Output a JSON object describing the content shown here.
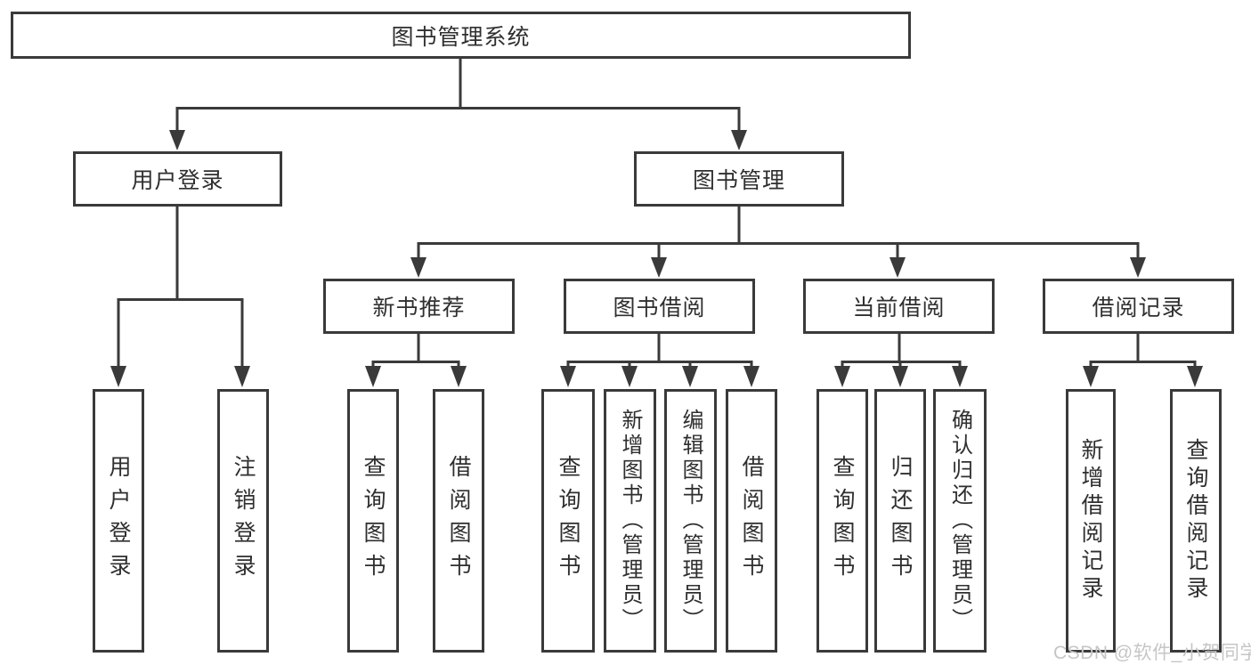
{
  "tree": {
    "label": "图书管理系统",
    "children": [
      {
        "label": "用户登录",
        "children": [
          {
            "label": "用户登录"
          },
          {
            "label": "注销登录"
          }
        ]
      },
      {
        "label": "图书管理",
        "children": [
          {
            "label": "新书推荐",
            "children": [
              {
                "label": "查询图书"
              },
              {
                "label": "借阅图书"
              }
            ]
          },
          {
            "label": "图书借阅",
            "children": [
              {
                "label": "查询图书"
              },
              {
                "label": "新增图书（管理员）"
              },
              {
                "label": "编辑图书（管理员）"
              },
              {
                "label": "借阅图书"
              }
            ]
          },
          {
            "label": "当前借阅",
            "children": [
              {
                "label": "查询图书"
              },
              {
                "label": "归还图书"
              },
              {
                "label": "确认归还（管理员）"
              }
            ]
          },
          {
            "label": "借阅记录",
            "children": [
              {
                "label": "新增借阅记录"
              },
              {
                "label": "查询借阅记录"
              }
            ]
          }
        ]
      }
    ]
  },
  "watermark": "CSDN @软件_小贺同学",
  "colors": {
    "line": "#3a3a3a",
    "border": "#3a3a3a",
    "text": "#2f2f2f",
    "background": "#ffffff",
    "watermark": "#c6c6c6"
  }
}
